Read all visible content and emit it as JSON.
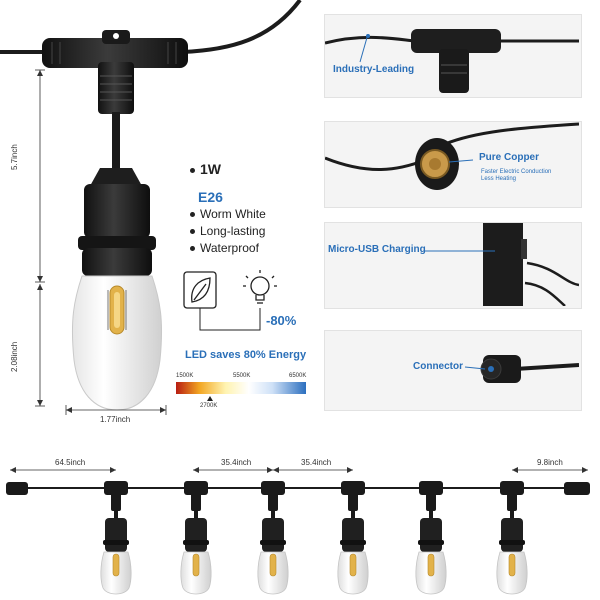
{
  "dimensions": {
    "bulb_height_top": "5.7inch",
    "bulb_height_bottom": "2.08inch",
    "bulb_width": "1.77inch",
    "lead_length": "64.5inch",
    "spacing_a": "35.4inch",
    "spacing_b": "35.4inch",
    "tail_length": "9.8inch"
  },
  "specs": {
    "power": "1W",
    "base": "E26",
    "features": [
      "Worm White",
      "Long-lasting",
      "Waterproof"
    ]
  },
  "energy": {
    "percent": "-80%",
    "caption": "LED saves 80% Energy"
  },
  "color_temp": {
    "ticks": [
      "1500K",
      "5500K",
      "6500K"
    ],
    "marker": "2700K"
  },
  "panels": {
    "p1": "Industry-Leading",
    "p2_title": "Pure Copper",
    "p2_sub1": "Faster Electric Conduction",
    "p2_sub2": "Less Heating",
    "p3": "Micro-USB Charging",
    "p4": "Connector"
  },
  "colors": {
    "accent": "#2a6fb8",
    "cable": "#1c1c1c"
  }
}
